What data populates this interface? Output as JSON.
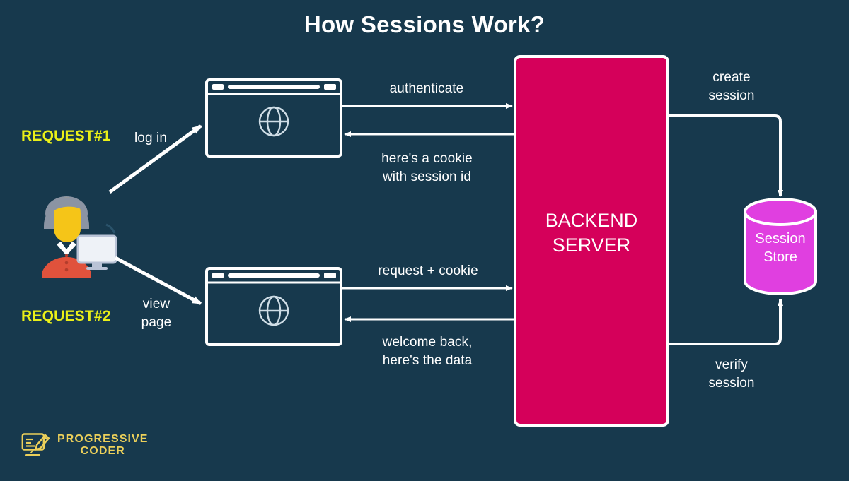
{
  "title": "How Sessions Work?",
  "colors": {
    "background": "#17394d",
    "accent_server": "#d5005a",
    "accent_store": "#e03fe0",
    "highlight_text": "#eaf018",
    "stroke": "#ffffff",
    "logo": "#ecd05a"
  },
  "requests": [
    {
      "tag": "REQUEST#1",
      "action": "log in"
    },
    {
      "tag": "REQUEST#2",
      "action": "view\npage"
    }
  ],
  "nodes": {
    "user": {
      "name": "user-at-computer"
    },
    "browser_top": {
      "name": "browser-window",
      "icon": "globe-icon"
    },
    "browser_bottom": {
      "name": "browser-window",
      "icon": "globe-icon"
    },
    "server": {
      "label": "BACKEND\nSERVER"
    },
    "store": {
      "label": "Session\nStore"
    }
  },
  "flows": {
    "authenticate": "authenticate",
    "cookie_response": "here's a cookie\nwith session id",
    "request_cookie": "request + cookie",
    "welcome_response": "welcome back,\nhere's the data",
    "create_session": "create\nsession",
    "verify_session": "verify\nsession"
  },
  "logo": {
    "line1": "PROGRESSIVE",
    "line2": "CODER"
  }
}
